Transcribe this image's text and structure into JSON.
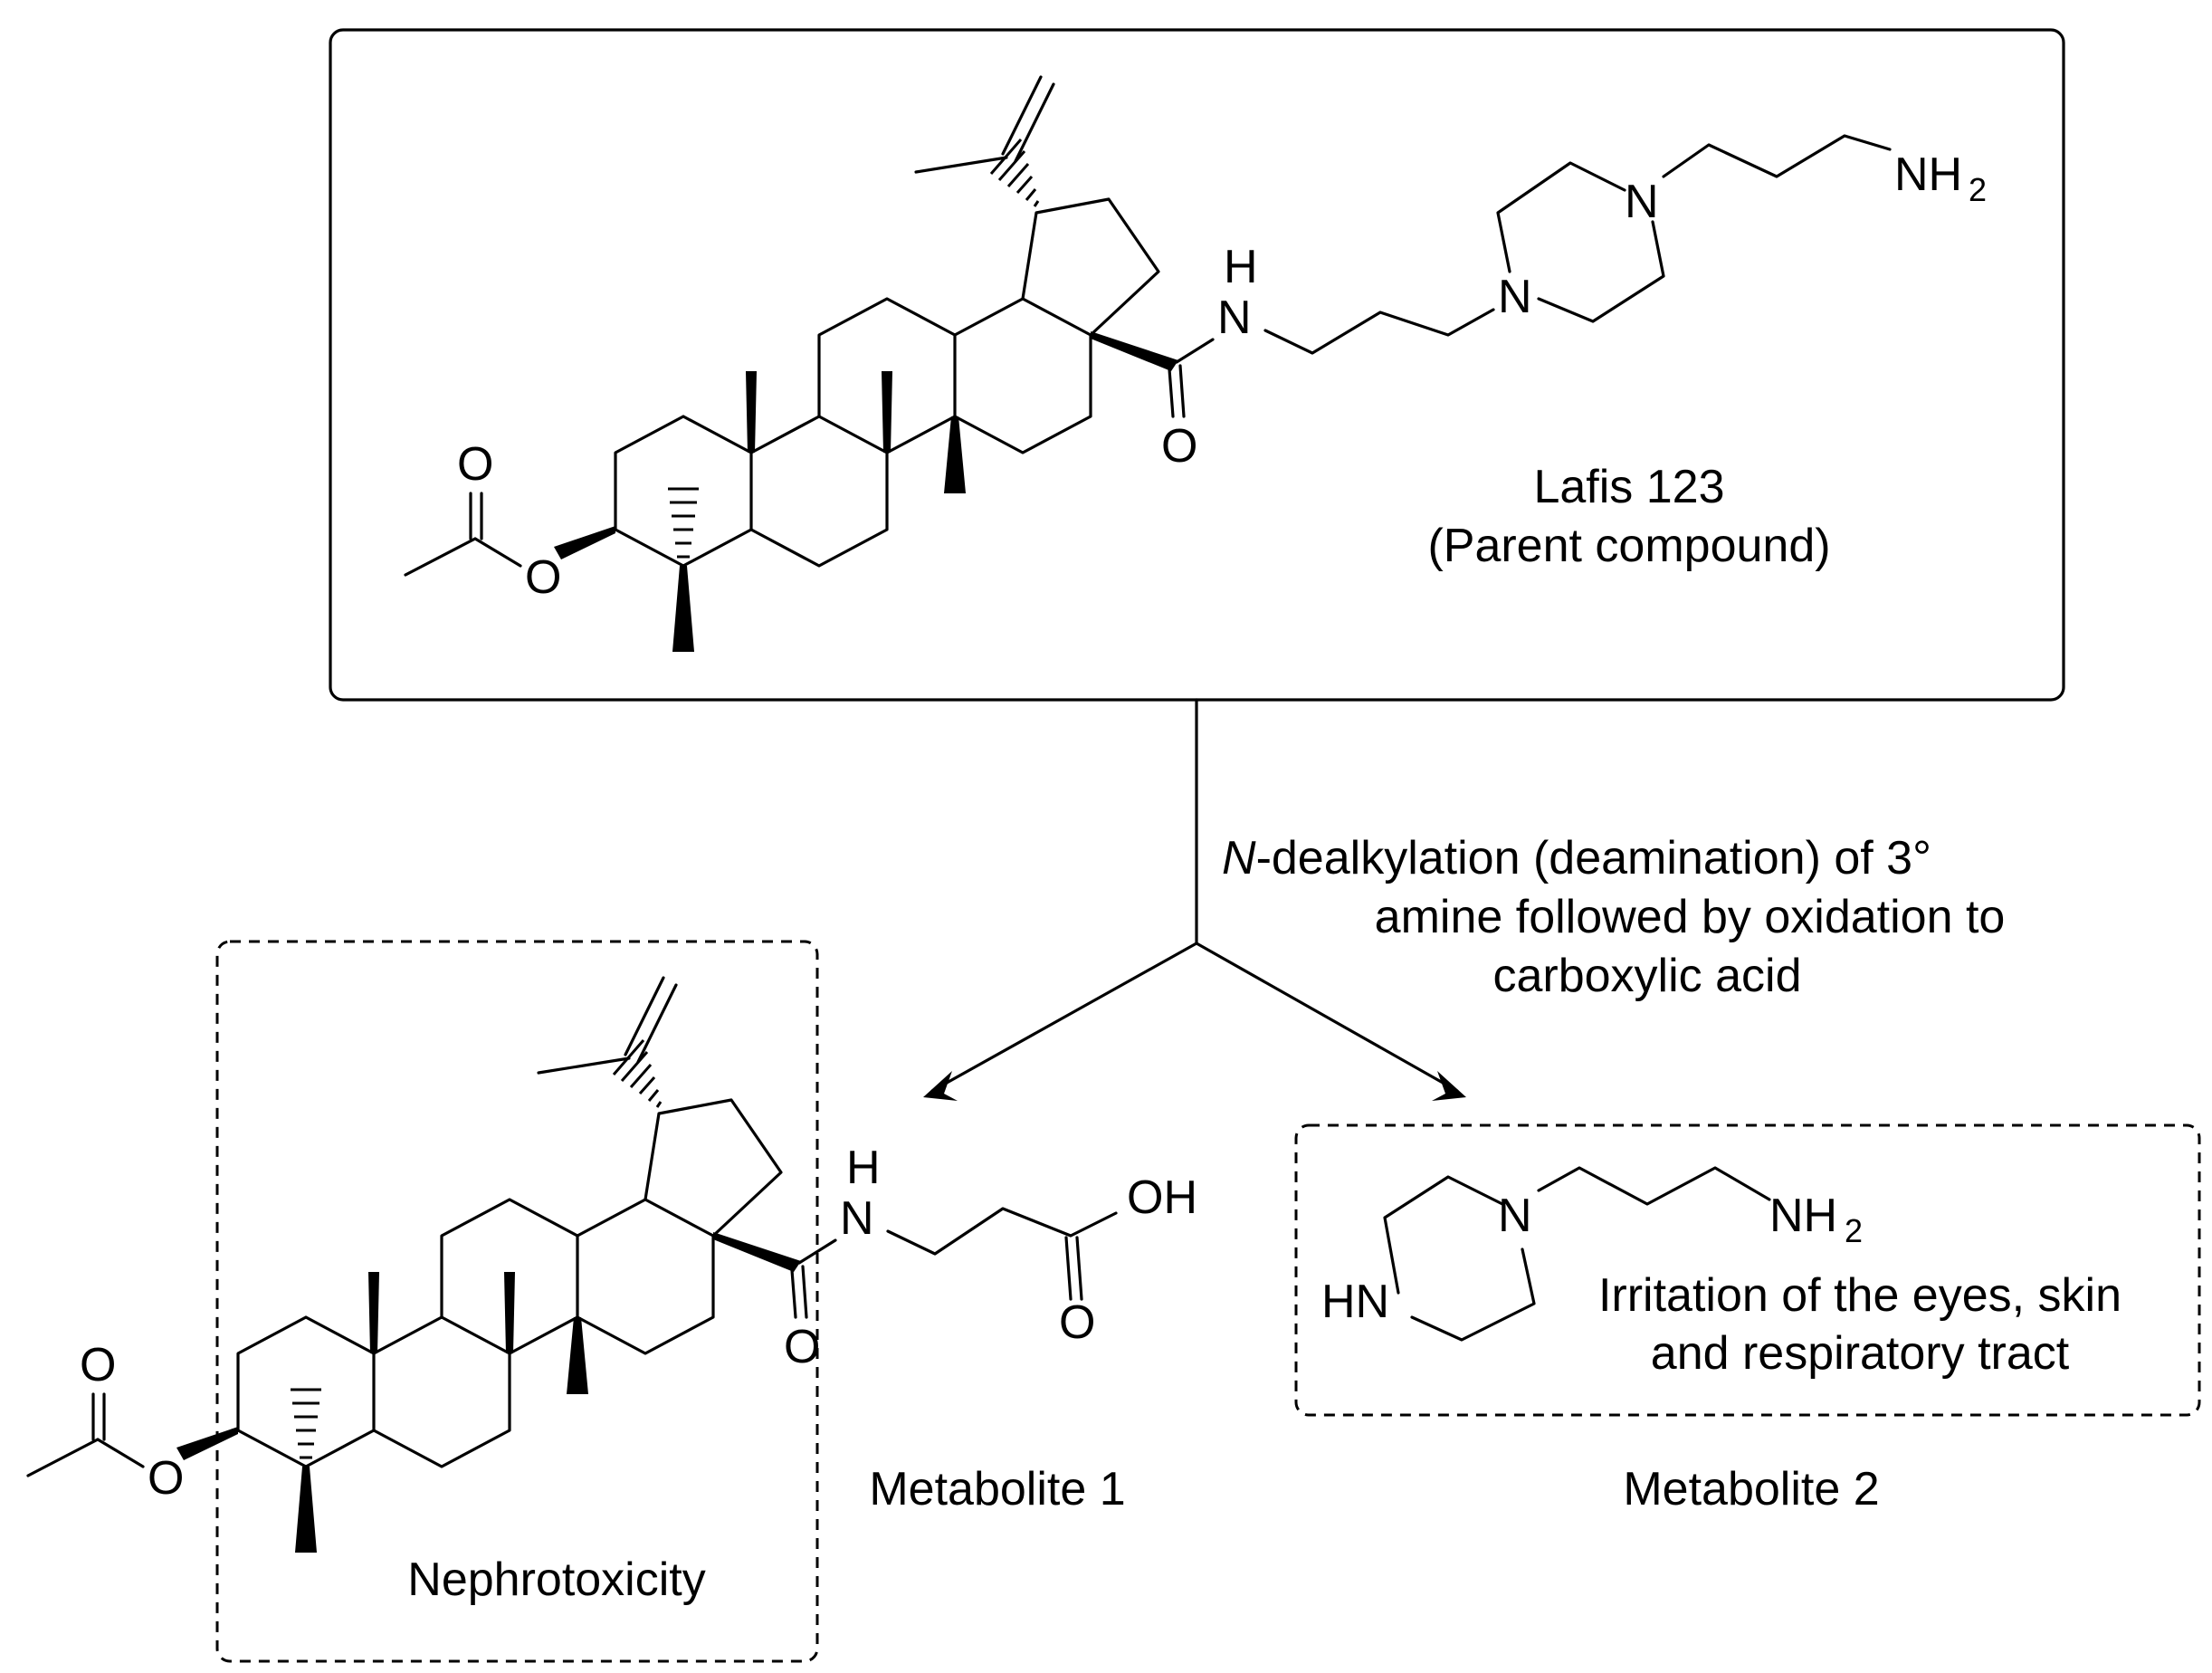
{
  "parent": {
    "name": "Lafis 123",
    "subtitle": "(Parent compound)"
  },
  "transformation": {
    "italic_prefix": "N",
    "line1_rest": "-dealkylation (deamination) of 3°",
    "line2": "amine followed by oxidation to",
    "line3": "carboxylic acid"
  },
  "metabolite1": {
    "name": "Metabolite 1",
    "toxicity": "Nephrotoxicity"
  },
  "metabolite2": {
    "name": "Metabolite 2",
    "toxicity_line1": "Irritation of the eyes, skin",
    "toxicity_line2": "and respiratory tract"
  },
  "atoms": {
    "O": "O",
    "N": "N",
    "H": "H",
    "NH": "NH",
    "NH2": "NH",
    "sub2": "2",
    "HN": "HN",
    "OH": "OH"
  }
}
